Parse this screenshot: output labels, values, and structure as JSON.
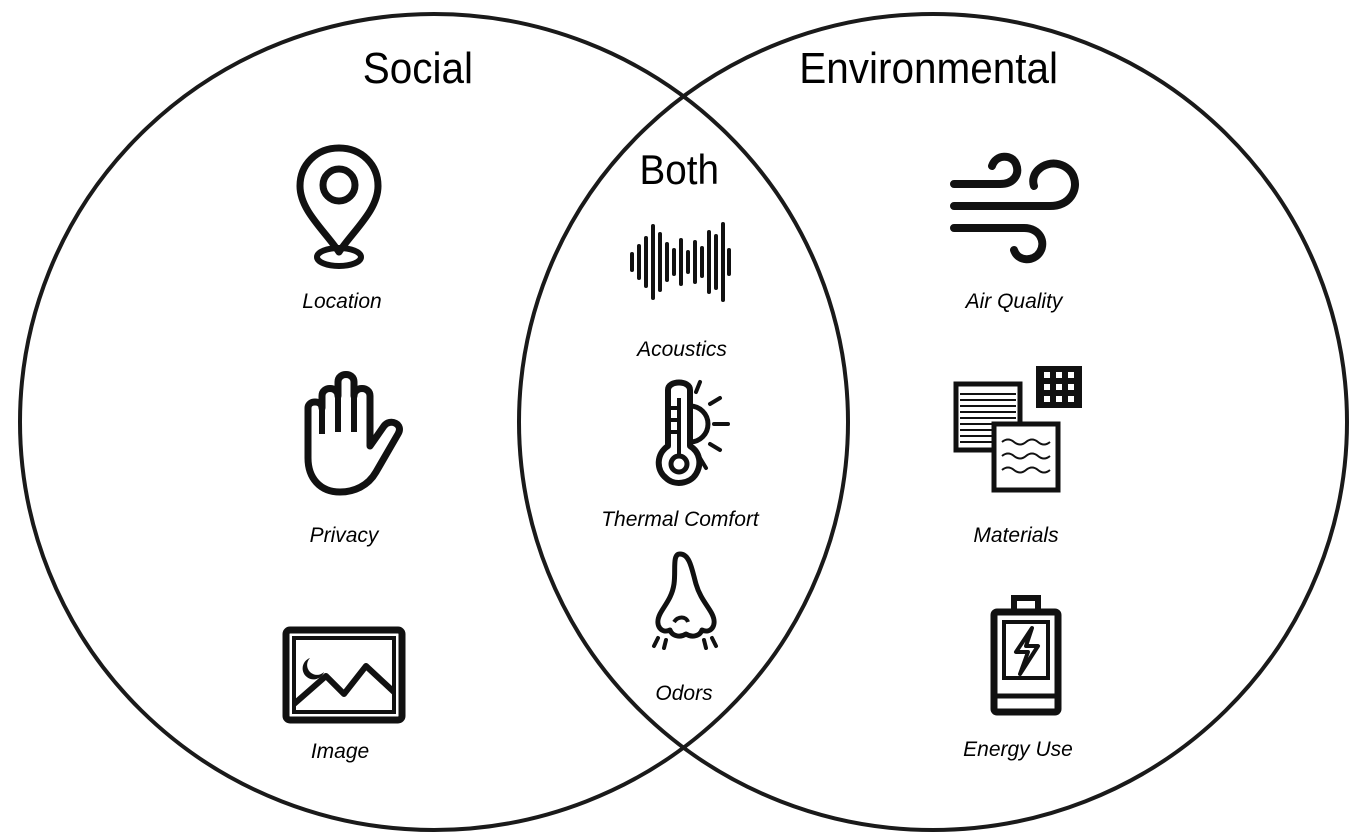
{
  "sets": {
    "left": {
      "title": "Social"
    },
    "right": {
      "title": "Environmental"
    },
    "overlap": {
      "title": "Both"
    }
  },
  "items": {
    "location": {
      "label": "Location",
      "icon": "location-pin-icon"
    },
    "privacy": {
      "label": "Privacy",
      "icon": "hand-stop-icon"
    },
    "image": {
      "label": "Image",
      "icon": "image-icon"
    },
    "acoustics": {
      "label": "Acoustics",
      "icon": "sound-wave-icon"
    },
    "thermal": {
      "label": "Thermal Comfort",
      "icon": "thermometer-sun-icon"
    },
    "odors": {
      "label": "Odors",
      "icon": "nose-icon"
    },
    "air_quality": {
      "label": "Air Quality",
      "icon": "wind-icon"
    },
    "materials": {
      "label": "Materials",
      "icon": "material-samples-icon"
    },
    "energy": {
      "label": "Energy Use",
      "icon": "battery-charging-icon"
    }
  },
  "colors": {
    "stroke": "#1a1a1a",
    "background": "#ffffff"
  }
}
